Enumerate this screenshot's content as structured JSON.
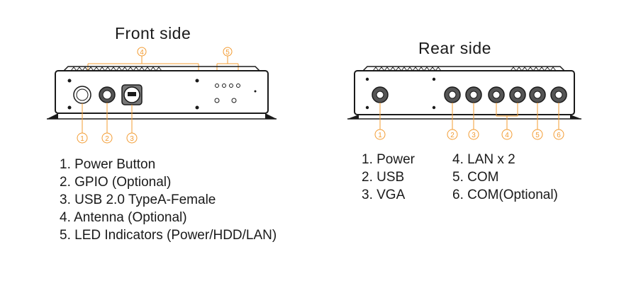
{
  "front": {
    "title": "Front side",
    "callouts": [
      "1",
      "2",
      "3",
      "4",
      "5"
    ],
    "items": [
      "1. Power Button",
      "2. GPIO (Optional)",
      "3. USB 2.0 TypeA-Female",
      "4. Antenna (Optional)",
      "5. LED Indicators (Power/HDD/LAN)"
    ]
  },
  "rear": {
    "title": "Rear side",
    "callouts": [
      "1",
      "2",
      "3",
      "4",
      "5",
      "6"
    ],
    "items_left": [
      "1. Power",
      "2. USB",
      "3. VGA"
    ],
    "items_right": [
      "4. LAN x 2",
      "5. COM",
      "6. COM(Optional)"
    ]
  },
  "colors": {
    "callout": "#f39c33",
    "line": "#1a1a1a"
  }
}
